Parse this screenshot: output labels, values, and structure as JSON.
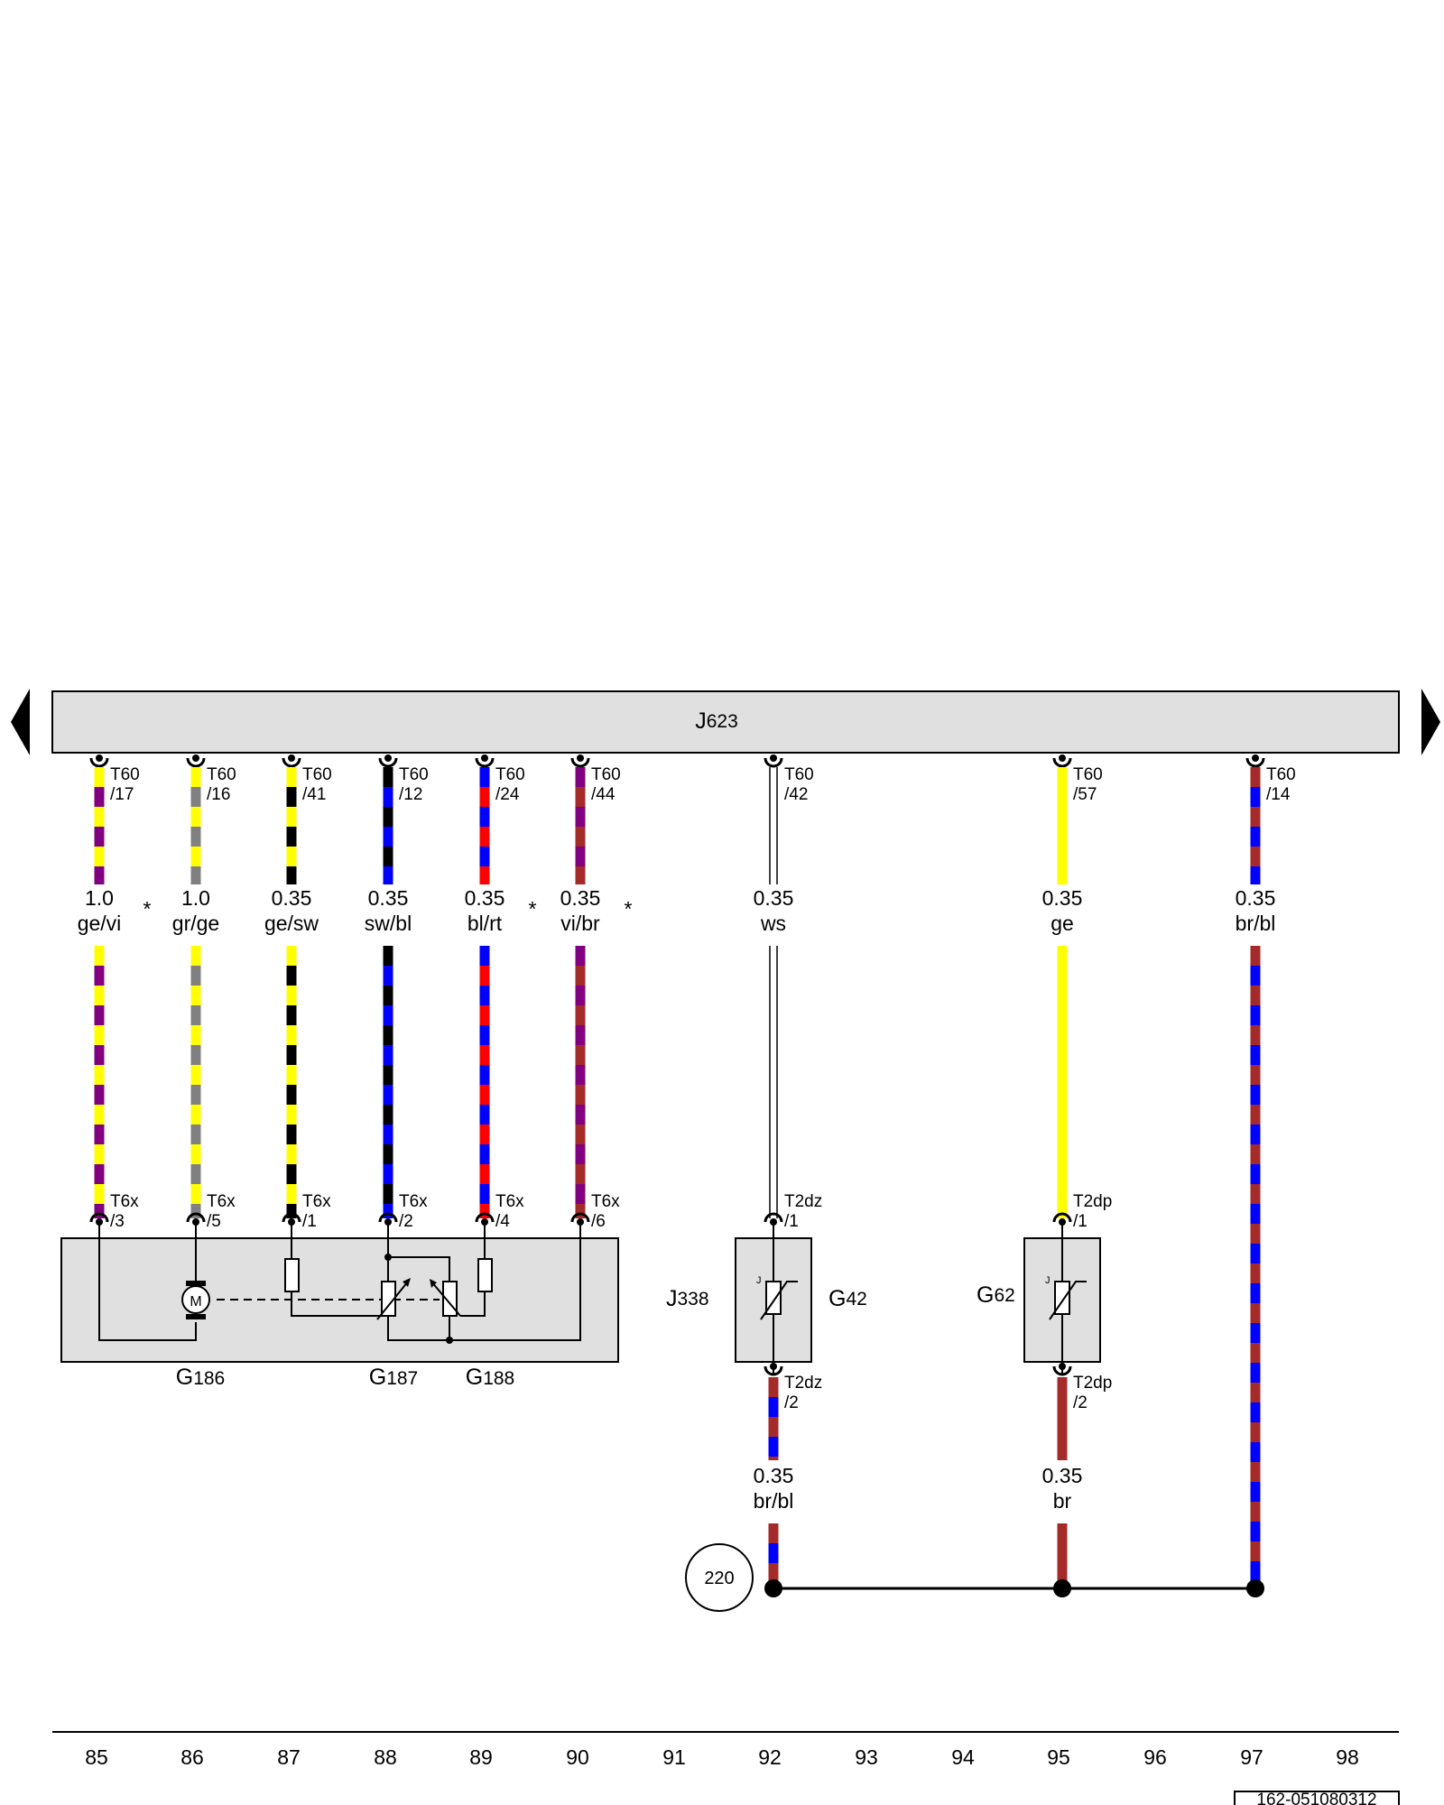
{
  "control_unit": {
    "name": "J",
    "number": "623"
  },
  "wires": [
    {
      "id": "w85",
      "pin_top": "T60",
      "pin_top_num": "/17",
      "gauge": "1.0",
      "code": "ge/vi",
      "colors": [
        "#ffff00",
        "#800080"
      ],
      "pin_bot": "T6x",
      "pin_bot_num": "/3",
      "star": true
    },
    {
      "id": "w86",
      "pin_top": "T60",
      "pin_top_num": "/16",
      "gauge": "1.0",
      "code": "gr/ge",
      "colors": [
        "#ffff00",
        "#808080"
      ],
      "pin_bot": "T6x",
      "pin_bot_num": "/5",
      "star": false
    },
    {
      "id": "w87",
      "pin_top": "T60",
      "pin_top_num": "/41",
      "gauge": "0.35",
      "code": "ge/sw",
      "colors": [
        "#ffff00",
        "#000000"
      ],
      "pin_bot": "T6x",
      "pin_bot_num": "/1",
      "star": false
    },
    {
      "id": "w88",
      "pin_top": "T60",
      "pin_top_num": "/12",
      "gauge": "0.35",
      "code": "sw/bl",
      "colors": [
        "#000000",
        "#0000ff"
      ],
      "pin_bot": "T6x",
      "pin_bot_num": "/2",
      "star": false
    },
    {
      "id": "w89",
      "pin_top": "T60",
      "pin_top_num": "/24",
      "gauge": "0.35",
      "code": "bl/rt",
      "colors": [
        "#0000ff",
        "#ff0000"
      ],
      "pin_bot": "T6x",
      "pin_bot_num": "/4",
      "star": true
    },
    {
      "id": "w90",
      "pin_top": "T60",
      "pin_top_num": "/44",
      "gauge": "0.35",
      "code": "vi/br",
      "colors": [
        "#800080",
        "#a52a2a"
      ],
      "pin_bot": "T6x",
      "pin_bot_num": "/6",
      "star": true
    },
    {
      "id": "w92",
      "pin_top": "T60",
      "pin_top_num": "/42",
      "gauge": "0.35",
      "code": "ws",
      "colors": [
        "#ffffff"
      ],
      "pin_bot": "T2dz",
      "pin_bot_num": "/1",
      "star": false
    },
    {
      "id": "w95",
      "pin_top": "T60",
      "pin_top_num": "/57",
      "gauge": "0.35",
      "code": "ge",
      "colors": [
        "#ffff00"
      ],
      "pin_bot": "T2dp",
      "pin_bot_num": "/1",
      "star": false
    },
    {
      "id": "w97",
      "pin_top": "T60",
      "pin_top_num": "/14",
      "gauge": "0.35",
      "code": "br/bl",
      "colors": [
        "#a52a2a",
        "#0000ff"
      ],
      "pin_bot": "",
      "pin_bot_num": "",
      "star": false
    }
  ],
  "lower_wires": [
    {
      "id": "l92",
      "pin_top": "T2dz",
      "pin_top_num": "/2",
      "gauge": "0.35",
      "code": "br/bl",
      "colors": [
        "#a52a2a",
        "#0000ff"
      ]
    },
    {
      "id": "l95",
      "pin_top": "T2dp",
      "pin_top_num": "/2",
      "gauge": "0.35",
      "code": "br",
      "colors": [
        "#a52a2a"
      ]
    }
  ],
  "components": {
    "j338": {
      "name": "J",
      "number": "338"
    },
    "g186": {
      "name": "G",
      "number": "186",
      "motor": "M"
    },
    "g187": {
      "name": "G",
      "number": "187"
    },
    "g188": {
      "name": "G",
      "number": "188"
    },
    "g42": {
      "name": "G",
      "number": "42",
      "tag": "J"
    },
    "g62": {
      "name": "G",
      "number": "62",
      "tag": "J"
    }
  },
  "ground_point": "220",
  "star": "*",
  "column_numbers": [
    "85",
    "86",
    "87",
    "88",
    "89",
    "90",
    "91",
    "92",
    "93",
    "94",
    "95",
    "96",
    "97",
    "98"
  ],
  "footer_ref": "162-051080312"
}
